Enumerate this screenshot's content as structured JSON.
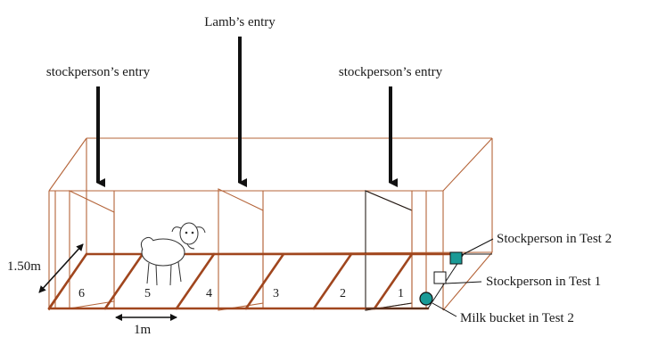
{
  "labels": {
    "stockperson_entry_left": "stockperson’s entry",
    "lamb_entry": "Lamb’s entry",
    "stockperson_entry_right": "stockperson’s entry",
    "stockperson_test2": "Stockperson in Test 2",
    "stockperson_test1": "Stockperson in Test 1",
    "milk_bucket_test2": "Milk bucket in Test 2",
    "height_dimension": "1.50m",
    "width_dimension": "1m"
  },
  "sections": [
    "6",
    "5",
    "4",
    "3",
    "2",
    "1"
  ],
  "colors": {
    "pen_frame": "#b5653a",
    "floor_lines": "#a0461e",
    "marker_teal": "#1a9a96",
    "arrows": "#111111"
  },
  "icons": {
    "lamb": "lamb-figure",
    "stockperson_test2": "teal-square-marker",
    "stockperson_test1": "open-square-marker",
    "milk_bucket": "teal-circle-marker"
  }
}
